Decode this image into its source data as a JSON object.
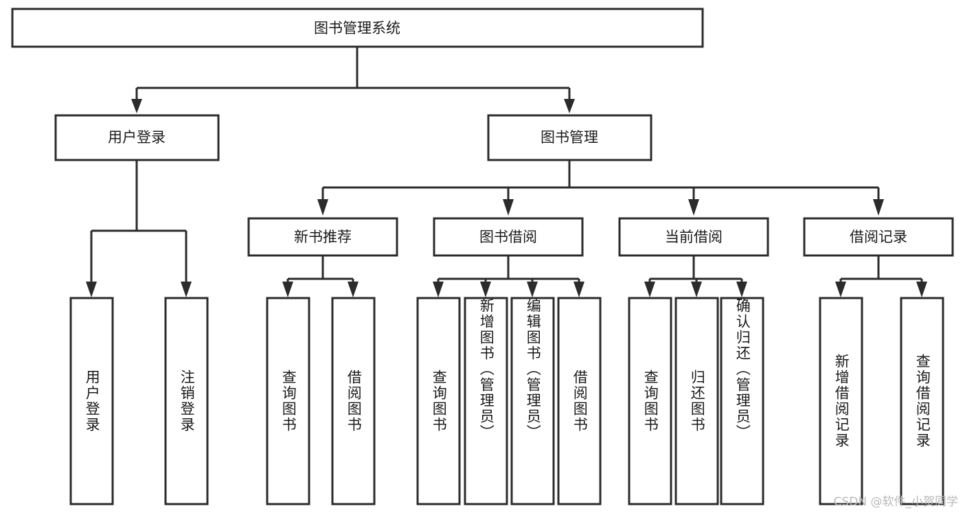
{
  "diagram": {
    "type": "tree-hierarchy-flowchart",
    "title": "图书管理系统",
    "root": {
      "id": "root",
      "label": "图书管理系统",
      "orientation": "horizontal"
    },
    "level2": [
      {
        "id": "user-login",
        "label": "用户登录",
        "orientation": "horizontal"
      },
      {
        "id": "book-management",
        "label": "图书管理",
        "orientation": "horizontal"
      }
    ],
    "level3": [
      {
        "id": "new-book-recommend",
        "label": "新书推荐",
        "orientation": "horizontal",
        "parent": "book-management"
      },
      {
        "id": "book-borrow",
        "label": "图书借阅",
        "orientation": "horizontal",
        "parent": "book-management"
      },
      {
        "id": "current-borrow",
        "label": "当前借阅",
        "orientation": "horizontal",
        "parent": "book-management"
      },
      {
        "id": "borrow-record",
        "label": "借阅记录",
        "orientation": "horizontal",
        "parent": "book-management"
      }
    ],
    "leaves": [
      {
        "id": "leaf-user-login",
        "label": "用户登录",
        "parent": "user-login",
        "orientation": "vertical"
      },
      {
        "id": "leaf-user-logout",
        "label": "注销登录",
        "parent": "user-login",
        "orientation": "vertical"
      },
      {
        "id": "leaf-query-book-1",
        "label": "查询图书",
        "parent": "new-book-recommend",
        "orientation": "vertical"
      },
      {
        "id": "leaf-borrow-book-1",
        "label": "借阅图书",
        "parent": "new-book-recommend",
        "orientation": "vertical"
      },
      {
        "id": "leaf-query-book-2",
        "label": "查询图书",
        "parent": "book-borrow",
        "orientation": "vertical"
      },
      {
        "id": "leaf-add-book",
        "label": "新增图书（管理员）",
        "parent": "book-borrow",
        "orientation": "vertical"
      },
      {
        "id": "leaf-edit-book",
        "label": "编辑图书（管理员）",
        "parent": "book-borrow",
        "orientation": "vertical"
      },
      {
        "id": "leaf-borrow-book-2",
        "label": "借阅图书",
        "parent": "book-borrow",
        "orientation": "vertical"
      },
      {
        "id": "leaf-query-book-3",
        "label": "查询图书",
        "parent": "current-borrow",
        "orientation": "vertical"
      },
      {
        "id": "leaf-return-book",
        "label": "归还图书",
        "parent": "current-borrow",
        "orientation": "vertical"
      },
      {
        "id": "leaf-confirm-return",
        "label": "确认归还（管理员）",
        "parent": "current-borrow",
        "orientation": "vertical"
      },
      {
        "id": "leaf-add-record",
        "label": "新增借阅记录",
        "parent": "borrow-record",
        "orientation": "vertical"
      },
      {
        "id": "leaf-query-record",
        "label": "查询借阅记录",
        "parent": "borrow-record",
        "orientation": "vertical"
      }
    ],
    "colors": {
      "stroke": "#2b2b2b",
      "fill": "#ffffff",
      "text": "#1a1a1a",
      "background": "#ffffff",
      "watermark": "#b9b9b9"
    }
  },
  "watermark": {
    "text": "CSDN @软件_小贺同学"
  }
}
